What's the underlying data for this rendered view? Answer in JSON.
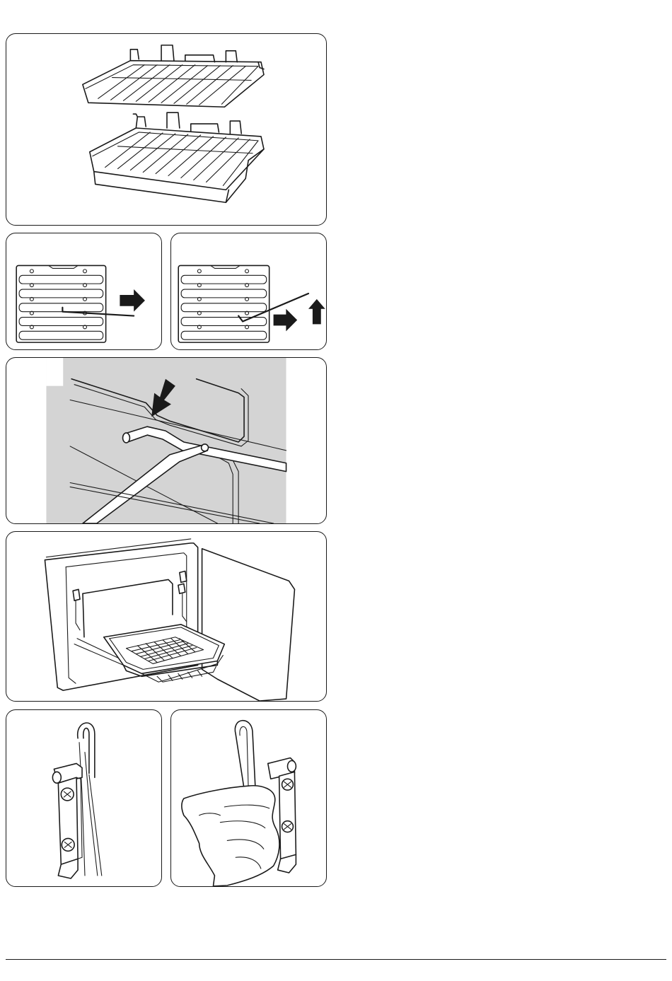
{
  "page": {
    "background": "#ffffff",
    "line_color": "#1a1a1a",
    "shade_color": "#d4d4d4"
  },
  "figures": [
    {
      "id": "fig-shelves",
      "depicts": [
        "wire-shelf",
        "wire-shelf-with-raised-guard"
      ]
    },
    {
      "id": "fig-side-rack-remove",
      "depicts": [
        "side-rack",
        "shelf-rod",
        "arrow-right"
      ]
    },
    {
      "id": "fig-side-rack-lift",
      "depicts": [
        "side-rack",
        "shelf-rod",
        "arrow-right",
        "arrow-up"
      ]
    },
    {
      "id": "fig-shelf-fitting-detail",
      "depicts": [
        "shelf-rod",
        "arrow-down"
      ]
    },
    {
      "id": "fig-grill-pan-in-oven",
      "depicts": [
        "oven-door",
        "grill-pan",
        "grill-rack"
      ]
    },
    {
      "id": "fig-hook-bracket",
      "depicts": [
        "hook",
        "bracket",
        "screw"
      ]
    },
    {
      "id": "fig-hook-bracket-hand",
      "depicts": [
        "hook",
        "bracket",
        "screw",
        "hand"
      ]
    }
  ]
}
